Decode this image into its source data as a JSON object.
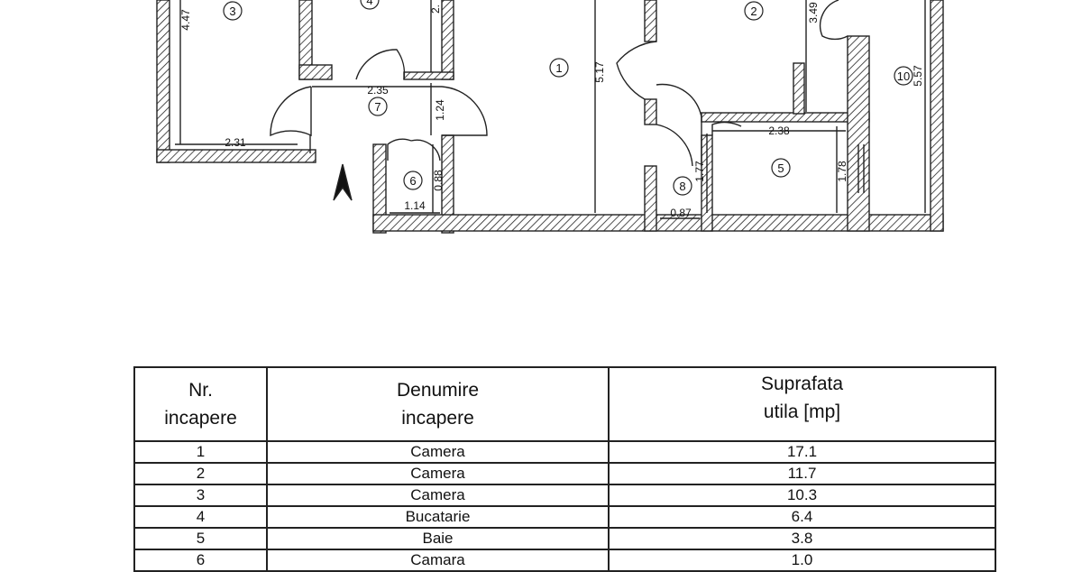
{
  "plan": {
    "rooms": [
      "1",
      "2",
      "3",
      "4",
      "5",
      "6",
      "7",
      "8",
      "10"
    ],
    "dimensions": [
      "4.47",
      "2.",
      "3.49",
      "5.17",
      "5.57",
      "2.35",
      "1.24",
      "2.31",
      "0.88",
      "1.14",
      "2.38",
      "1.77",
      "1.78",
      "0.87"
    ]
  },
  "table": {
    "headers": [
      [
        "Nr.",
        "incapere"
      ],
      [
        "Denumire",
        "incapere"
      ],
      [
        "Suprafata",
        "utila [mp]"
      ]
    ],
    "rows": [
      [
        "1",
        "Camera",
        "17.1"
      ],
      [
        "2",
        "Camera",
        "11.7"
      ],
      [
        "3",
        "Camera",
        "10.3"
      ],
      [
        "4",
        "Bucatarie",
        "6.4"
      ],
      [
        "5",
        "Baie",
        "3.8"
      ],
      [
        "6",
        "Camara",
        "1.0"
      ]
    ]
  }
}
